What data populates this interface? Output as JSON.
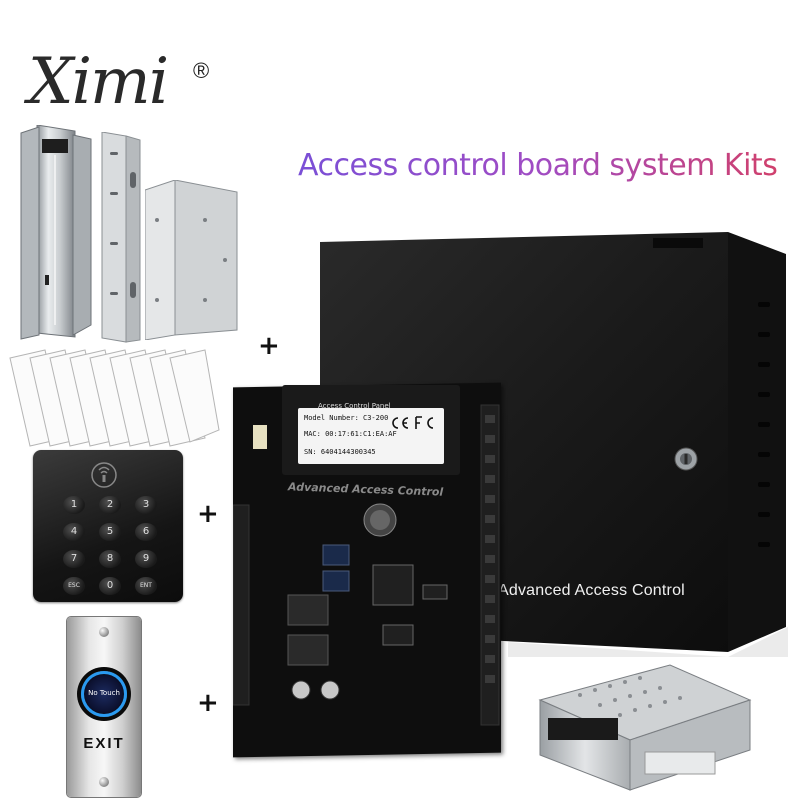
{
  "brand": {
    "name": "Ximi",
    "registered_mark": "®"
  },
  "title": "Access control board system Kits",
  "cabinet": {
    "label": "Advanced Access Control"
  },
  "board": {
    "panel_title": "Access Control Panel",
    "model": "Model Number: C3-200",
    "mac": "MAC: 00:17:61:C1:EA:AF",
    "sn": "SN: 6404144300345",
    "print_label": "Advanced Access Control"
  },
  "keypad": {
    "keys": [
      "1",
      "2",
      "3",
      "4",
      "5",
      "6",
      "7",
      "8",
      "9",
      "ESC",
      "0",
      "ENT"
    ]
  },
  "exit_button": {
    "touch_label": "No Touch",
    "label": "EXIT"
  },
  "plus_signs": [
    "+",
    "+",
    "+"
  ],
  "colors": {
    "title_gradient_start": "#7a4fd6",
    "title_gradient_end": "#d0406c",
    "cabinet": "#1a1a1a",
    "touch_ring": "#2a9af0"
  },
  "icons": [
    "rfid-icon",
    "key-icon",
    "ce-mark-icon",
    "fcc-mark-icon"
  ]
}
